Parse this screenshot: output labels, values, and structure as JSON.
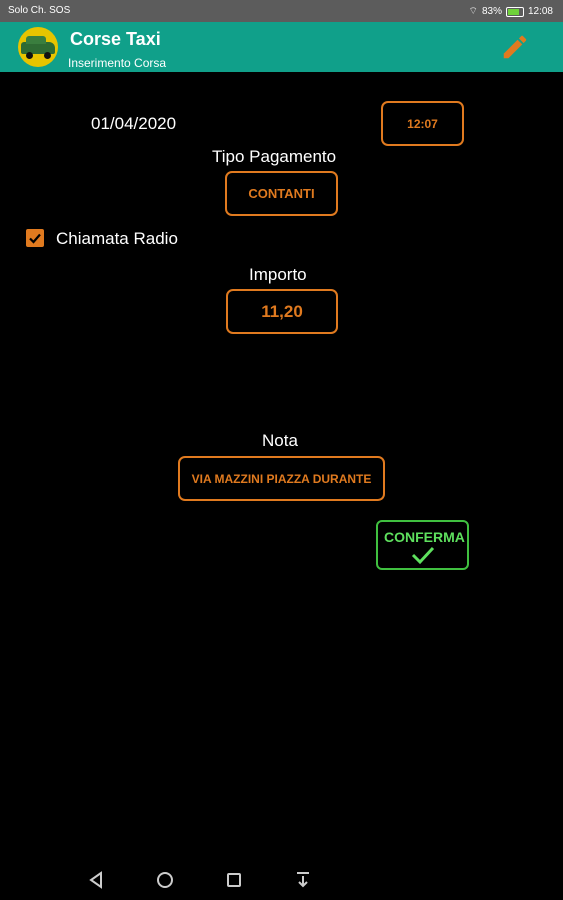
{
  "status_bar": {
    "left": "Solo Ch. SOS",
    "battery": "83%",
    "time": "12:08"
  },
  "app_bar": {
    "title": "Corse Taxi",
    "subtitle": "Inserimento Corsa"
  },
  "form": {
    "date": "01/04/2020",
    "time_button": "12:07",
    "payment_label": "Tipo Pagamento",
    "payment_button": "CONTANTI",
    "radio_call_label": "Chiamata Radio",
    "radio_call_checked": true,
    "amount_label": "Importo",
    "amount_value": "11,20",
    "note_label": "Nota",
    "note_value": "VIA MAZZINI PIAZZA DURANTE",
    "confirm_label": "CONFERMA"
  },
  "colors": {
    "appbar": "#10a08a",
    "accent_orange": "#e07a1f",
    "confirm_green": "#40c040"
  },
  "icons": {
    "edit": "pencil-icon",
    "back": "back-triangle-icon",
    "home": "home-circle-icon",
    "recents": "recents-square-icon",
    "notifications": "pull-down-icon"
  }
}
